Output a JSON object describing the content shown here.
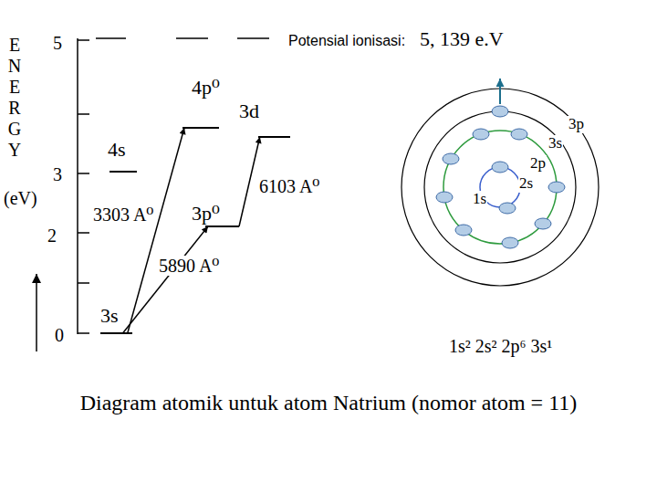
{
  "diagram": {
    "caption": "Diagram atomik untuk atom Natrium (nomor atom = 11)",
    "nodes": [
      {
        "text": [
          "4p⁰"
        ]
      },
      {
        "text": [
          "3d"
        ]
      },
      {
        "text": [
          "4s"
        ]
      },
      {
        "text": [
          "3p⁰"
        ]
      },
      {
        "text": [
          "3s"
        ]
      }
    ],
    "edges": [
      {
        "from": 4,
        "to": 0,
        "arrow": "to",
        "label": "3303 A⁰"
      },
      {
        "from": 4,
        "to": 3,
        "arrow": "to",
        "label": "5890 A⁰"
      },
      {
        "from": 3,
        "to": 1,
        "arrow": "to",
        "label": "6103 A⁰"
      }
    ],
    "labels": [
      "ENERGY",
      "(eV)",
      "5",
      "3",
      "2",
      "0",
      "Potensial ionisasi:",
      "5, 139 e.V",
      "3p",
      "3s",
      "2p",
      "2s",
      "1s",
      "1s² 2s² 2p⁶ 3s¹"
    ]
  }
}
